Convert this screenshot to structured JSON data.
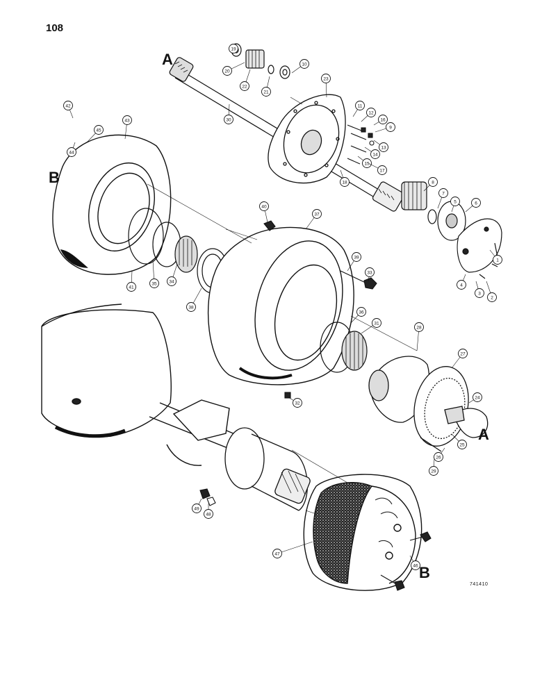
{
  "page": {
    "number": "108",
    "ref_code": "741410"
  },
  "section_letters": [
    "A",
    "B",
    "A",
    "B"
  ],
  "callouts": [
    "1",
    "2",
    "3",
    "4",
    "5",
    "6",
    "7",
    "8",
    "9",
    "10",
    "11",
    "12",
    "13",
    "14",
    "15",
    "16",
    "17",
    "18",
    "19",
    "20",
    "21",
    "22",
    "23",
    "24",
    "25",
    "26",
    "27",
    "28",
    "29",
    "30",
    "31",
    "32",
    "33",
    "34",
    "35",
    "36",
    "37",
    "38",
    "39",
    "40",
    "41",
    "42",
    "43",
    "44",
    "45",
    "46",
    "47",
    "48",
    "49"
  ],
  "colors": {
    "ink": "#111111",
    "paper": "#ffffff"
  }
}
